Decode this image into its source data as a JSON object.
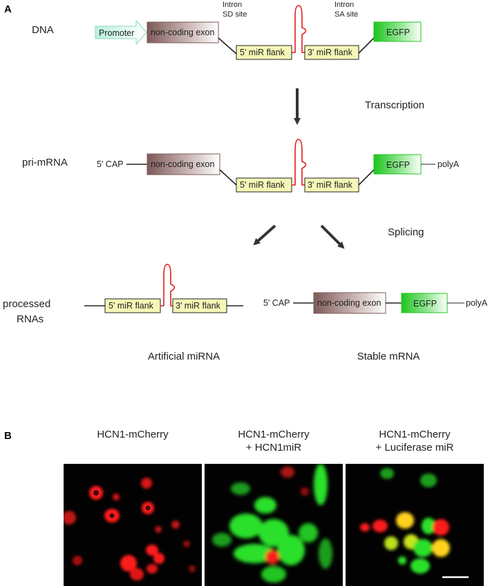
{
  "panel_a": {
    "letter": "A",
    "row_labels": {
      "dna": "DNA",
      "pri_mrna": "pri-mRNA",
      "processed_1": "processed",
      "processed_2": "RNAs"
    },
    "intron_sd": [
      "Intron",
      "SD site"
    ],
    "intron_sa": [
      "Intron",
      "SA site"
    ],
    "promoter": "Promoter",
    "noncoding_exon": "non-coding exon",
    "mir5": "5' miR flank",
    "mir3": "3' miR flank",
    "egfp": "EGFP",
    "cap": "5' CAP",
    "polya": "polyA",
    "transcription": "Transcription",
    "splicing": "Splicing",
    "artificial_mirna": "Artificial miRNA",
    "stable_mrna": "Stable mRNA"
  },
  "panel_b": {
    "letter": "B",
    "captions": [
      [
        "HCN1-mCherry"
      ],
      [
        "HCN1-mCherry",
        "+ HCN1miR"
      ],
      [
        "HCN1-mCherry",
        "+ Luciferase miR"
      ]
    ]
  },
  "colors": {
    "promoter_fill": "#8fe3c9",
    "exon_dark": "#7d5a58",
    "mir_box": "#f4f7b6",
    "egfp_green": "#1ec51e",
    "hairpin_red": "#e01b1b",
    "micro_red": "#ff1a1a",
    "micro_green": "#29e029",
    "micro_yellow": "#ffd21a"
  }
}
